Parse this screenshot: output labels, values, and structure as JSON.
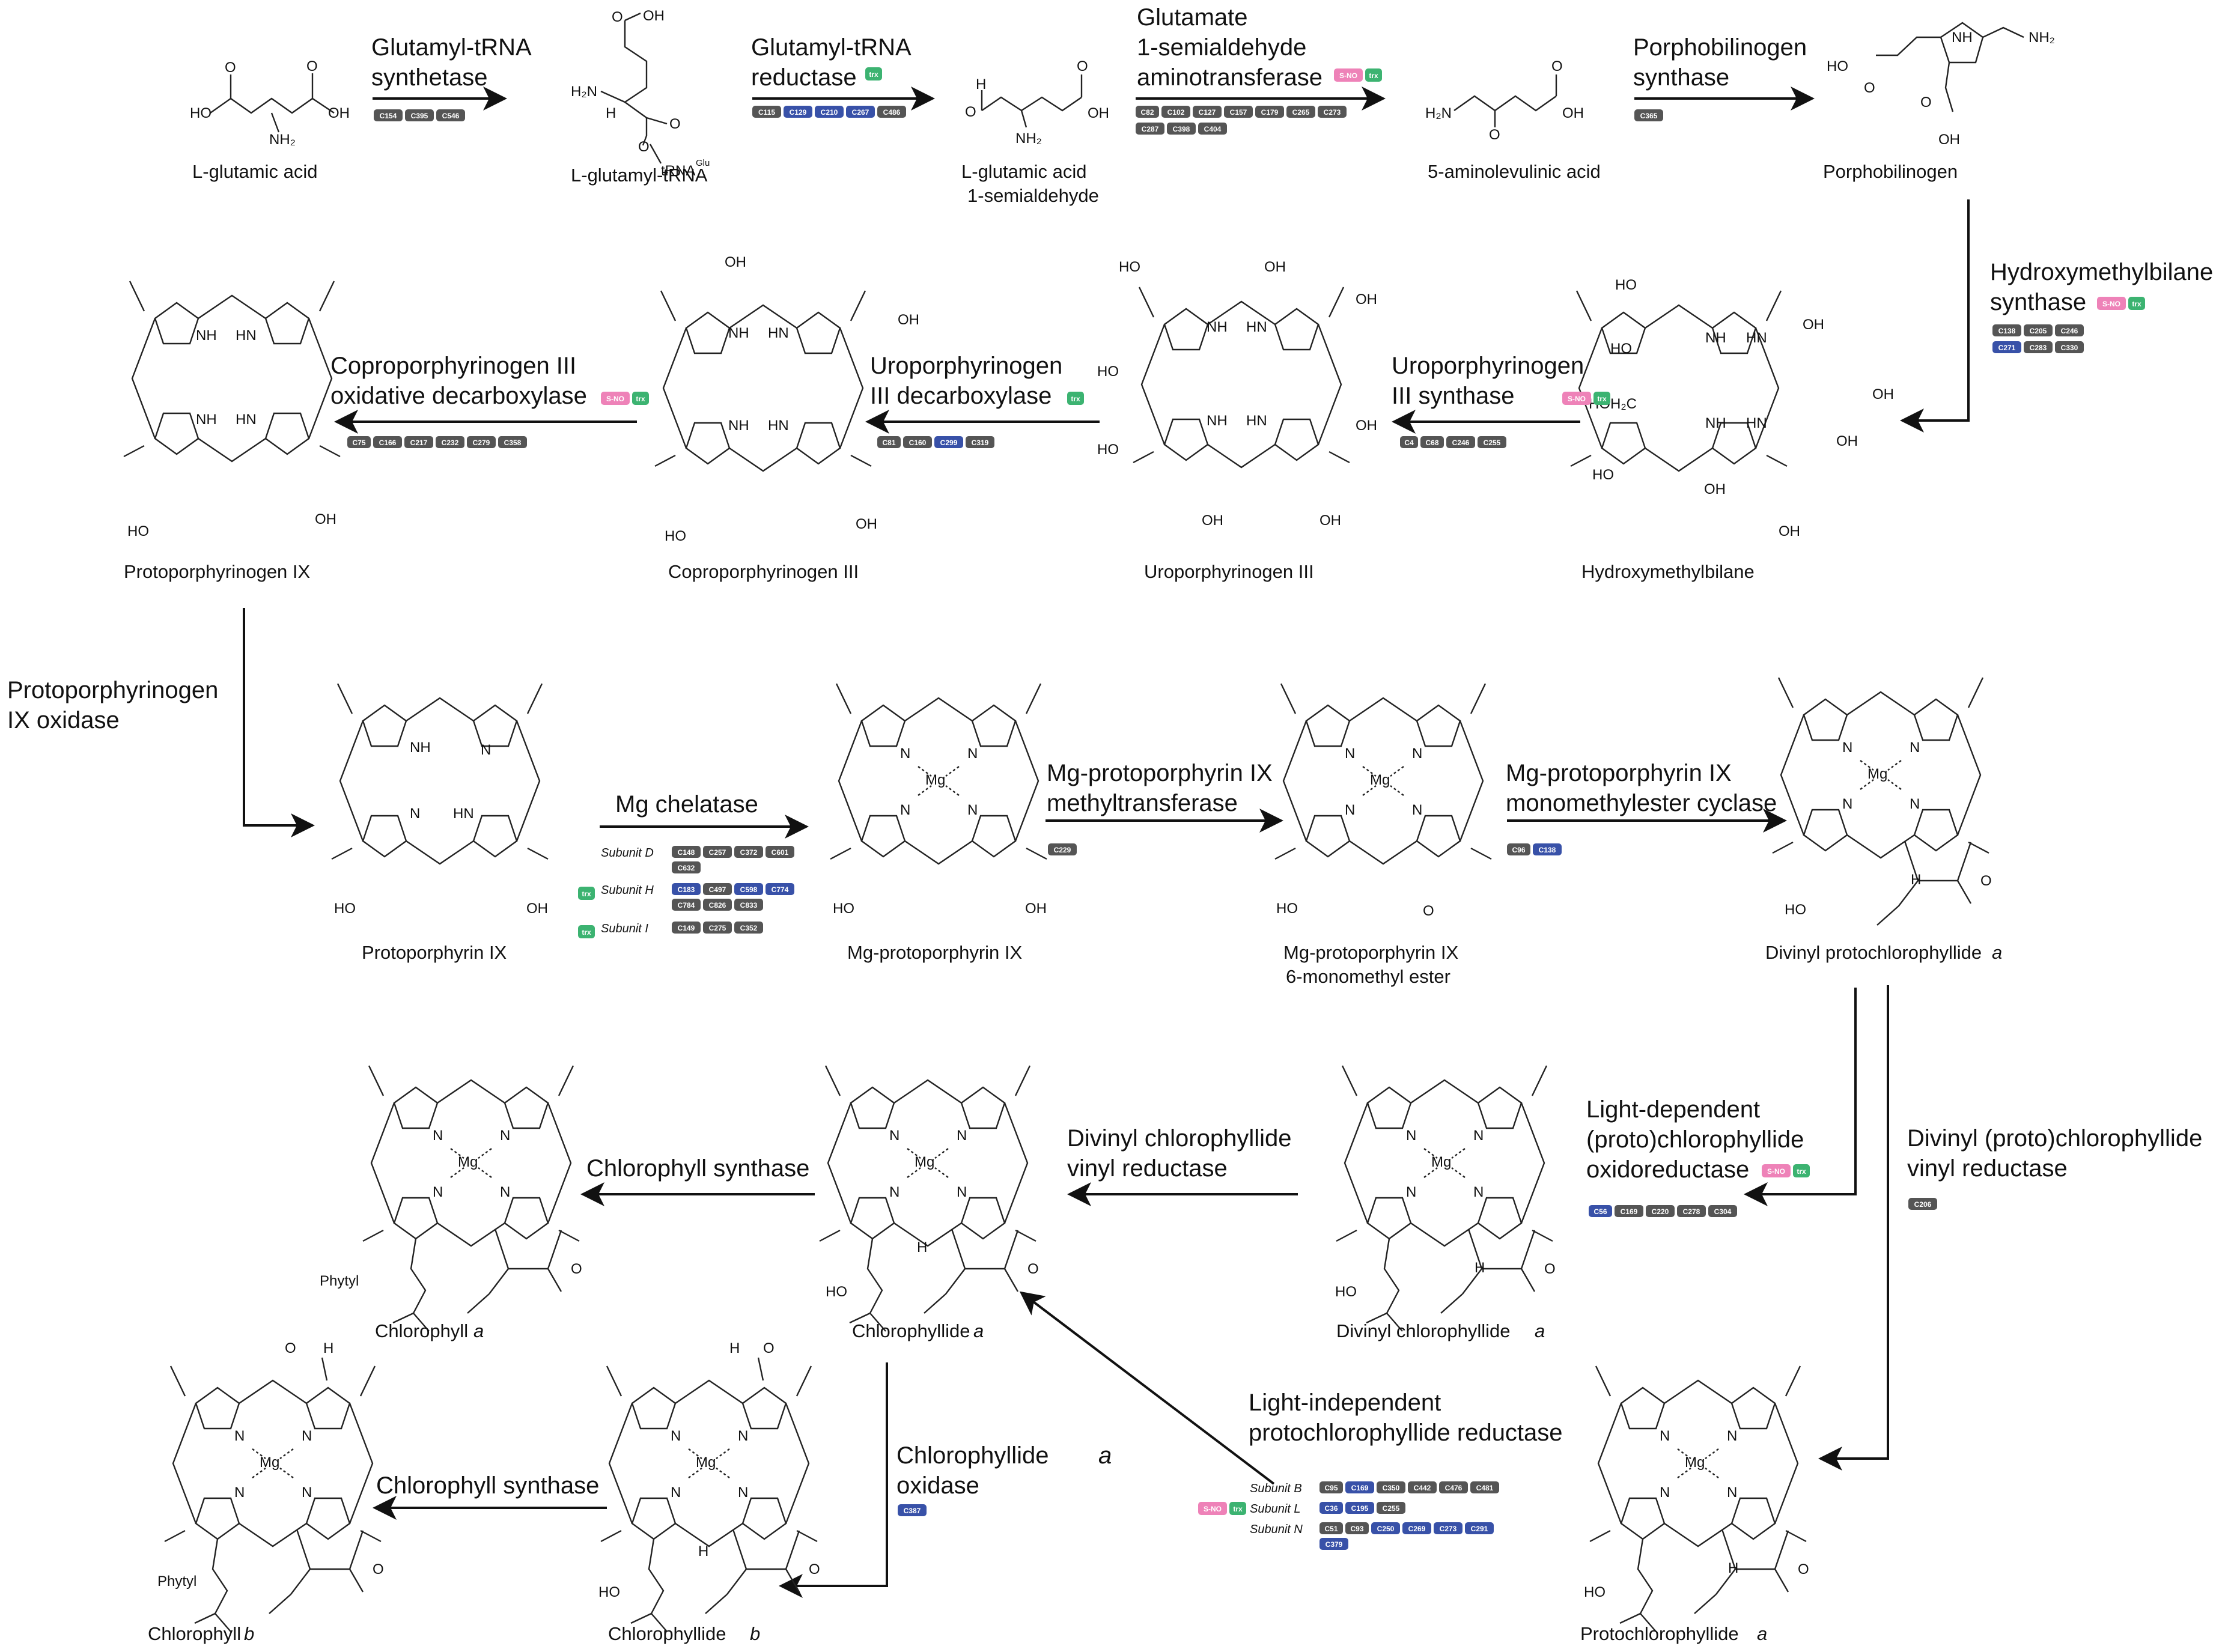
{
  "colors": {
    "gray": "#555555",
    "blue": "#3851a8",
    "pink": "#ee82b8",
    "green": "#3cb371"
  },
  "compounds": {
    "l_glutamic_acid": "L-glutamic acid",
    "l_glutamyl_trna": "L-glutamyl-tRNA",
    "gsa_line1": "L-glutamic acid",
    "gsa_line2": "1-semialdehyde",
    "ala": "5-aminolevulinic acid",
    "pbg": "Porphobilinogen",
    "hmb": "Hydroxymethylbilane",
    "uro3": "Uroporphyrinogen III",
    "copro3": "Coproporphyrinogen III",
    "protogen9": "Protoporphyrinogen IX",
    "proto9": "Protoporphyrin IX",
    "mgproto9": "Mg-protoporphyrin IX",
    "mgpme_line1": "Mg-protoporphyrin IX",
    "mgpme_line2": "6-monomethyl ester",
    "dvpchlide": "Divinyl protochlorophyllide",
    "dvchlide": "Divinyl chlorophyllide",
    "chlide_a": "Chlorophyllide",
    "chl_a": "Chlorophyll",
    "chlide_b": "Chlorophyllide",
    "chl_b": "Chlorophyll",
    "pchlide_a": "Protochlorophyllide",
    "italic_a": "a",
    "italic_b": "b"
  },
  "chem_labels": {
    "ho": "HO",
    "oh": "OH",
    "o": "O",
    "h2n": "H₂N",
    "nh2": "NH₂",
    "h": "H",
    "nh": "NH",
    "hn": "HN",
    "n": "N",
    "mg": "Mg",
    "trna": "tRNA",
    "glu": "Glu",
    "hoh2c": "HOH₂C",
    "phytyl": "Phytyl"
  },
  "enzymes": {
    "e1": [
      "Glutamyl-tRNA",
      "synthetase"
    ],
    "e2": [
      "Glutamyl-tRNA",
      "reductase"
    ],
    "e3": [
      "Glutamate",
      "1-semialdehyde",
      "aminotransferase"
    ],
    "e4": [
      "Porphobilinogen",
      "synthase"
    ],
    "e5": [
      "Hydroxymethylbilane",
      "synthase"
    ],
    "e6": [
      "Uroporphyrinogen",
      "III synthase"
    ],
    "e7": [
      "Uroporphyrinogen",
      "III decarboxylase"
    ],
    "e8": [
      "Coproporphyrinogen III",
      "oxidative decarboxylase"
    ],
    "e9": [
      "Protoporphyrinogen",
      "IX oxidase"
    ],
    "e10": [
      "Mg chelatase"
    ],
    "e11": [
      "Mg-protoporphyrin IX",
      "methyltransferase"
    ],
    "e12": [
      "Mg-protoporphyrin IX",
      "monomethylester cyclase"
    ],
    "e13": [
      "Light-dependent",
      "(proto)chlorophyllide",
      "oxidoreductase"
    ],
    "e14": [
      "Divinyl (proto)chlorophyllide",
      "vinyl reductase"
    ],
    "e15": [
      "Divinyl chlorophyllide",
      "vinyl reductase"
    ],
    "e16": [
      "Chlorophyll synthase"
    ],
    "e17": [
      "Light-independent",
      "protochlorophyllide reductase"
    ],
    "e18": [
      "Chlorophyllide",
      "oxidase"
    ],
    "e19": [
      "Chlorophyll synthase"
    ]
  },
  "tags": {
    "sno": "S-NO",
    "trx": "trx"
  },
  "subunits": {
    "d": "Subunit D",
    "h": "Subunit H",
    "i": "Subunit I",
    "b": "Subunit B",
    "l": "Subunit L",
    "n": "Subunit N"
  },
  "cys": {
    "e1": [
      [
        "C154",
        "g"
      ],
      [
        "C395",
        "g"
      ],
      [
        "C546",
        "g"
      ]
    ],
    "e2": [
      [
        "C115",
        "g"
      ],
      [
        "C129",
        "b"
      ],
      [
        "C210",
        "b"
      ],
      [
        "C267",
        "b"
      ],
      [
        "C486",
        "g"
      ]
    ],
    "e3a": [
      [
        "C82",
        "g"
      ],
      [
        "C102",
        "g"
      ],
      [
        "C127",
        "g"
      ],
      [
        "C157",
        "g"
      ],
      [
        "C179",
        "g"
      ],
      [
        "C265",
        "g"
      ],
      [
        "C273",
        "g"
      ]
    ],
    "e3b": [
      [
        "C287",
        "g"
      ],
      [
        "C398",
        "g"
      ],
      [
        "C404",
        "g"
      ]
    ],
    "e4": [
      [
        "C365",
        "g"
      ]
    ],
    "e5a": [
      [
        "C138",
        "g"
      ],
      [
        "C205",
        "g"
      ],
      [
        "C246",
        "g"
      ]
    ],
    "e5b": [
      [
        "C271",
        "b"
      ],
      [
        "C283",
        "g"
      ],
      [
        "C330",
        "g"
      ]
    ],
    "e6": [
      [
        "C4",
        "g"
      ],
      [
        "C68",
        "g"
      ],
      [
        "C246",
        "g"
      ],
      [
        "C255",
        "g"
      ]
    ],
    "e7": [
      [
        "C81",
        "g"
      ],
      [
        "C160",
        "g"
      ],
      [
        "C299",
        "b"
      ],
      [
        "C319",
        "g"
      ]
    ],
    "e8": [
      [
        "C75",
        "g"
      ],
      [
        "C166",
        "g"
      ],
      [
        "C217",
        "g"
      ],
      [
        "C232",
        "g"
      ],
      [
        "C279",
        "g"
      ],
      [
        "C358",
        "g"
      ]
    ],
    "e10d1": [
      [
        "C148",
        "g"
      ],
      [
        "C257",
        "g"
      ],
      [
        "C372",
        "g"
      ],
      [
        "C601",
        "g"
      ]
    ],
    "e10d2": [
      [
        "C632",
        "g"
      ]
    ],
    "e10h1": [
      [
        "C183",
        "b"
      ],
      [
        "C497",
        "g"
      ],
      [
        "C598",
        "b"
      ],
      [
        "C774",
        "b"
      ]
    ],
    "e10h2": [
      [
        "C784",
        "g"
      ],
      [
        "C826",
        "g"
      ],
      [
        "C833",
        "g"
      ]
    ],
    "e10i": [
      [
        "C149",
        "g"
      ],
      [
        "C275",
        "g"
      ],
      [
        "C352",
        "g"
      ]
    ],
    "e11": [
      [
        "C229",
        "g"
      ]
    ],
    "e12": [
      [
        "C96",
        "g"
      ],
      [
        "C138",
        "b"
      ]
    ],
    "e13": [
      [
        "C56",
        "b"
      ],
      [
        "C169",
        "g"
      ],
      [
        "C220",
        "g"
      ],
      [
        "C278",
        "g"
      ],
      [
        "C304",
        "g"
      ]
    ],
    "e14": [
      [
        "C206",
        "g"
      ]
    ],
    "e17b": [
      [
        "C95",
        "g"
      ],
      [
        "C169",
        "b"
      ],
      [
        "C350",
        "g"
      ],
      [
        "C442",
        "g"
      ],
      [
        "C476",
        "g"
      ],
      [
        "C481",
        "g"
      ]
    ],
    "e17l": [
      [
        "C36",
        "b"
      ],
      [
        "C195",
        "b"
      ],
      [
        "C255",
        "g"
      ]
    ],
    "e17n1": [
      [
        "C51",
        "g"
      ],
      [
        "C93",
        "g"
      ],
      [
        "C250",
        "b"
      ],
      [
        "C269",
        "b"
      ],
      [
        "C273",
        "b"
      ],
      [
        "C291",
        "b"
      ]
    ],
    "e17n2": [
      [
        "C379",
        "b"
      ]
    ],
    "e18": [
      [
        "C387",
        "b"
      ]
    ]
  }
}
